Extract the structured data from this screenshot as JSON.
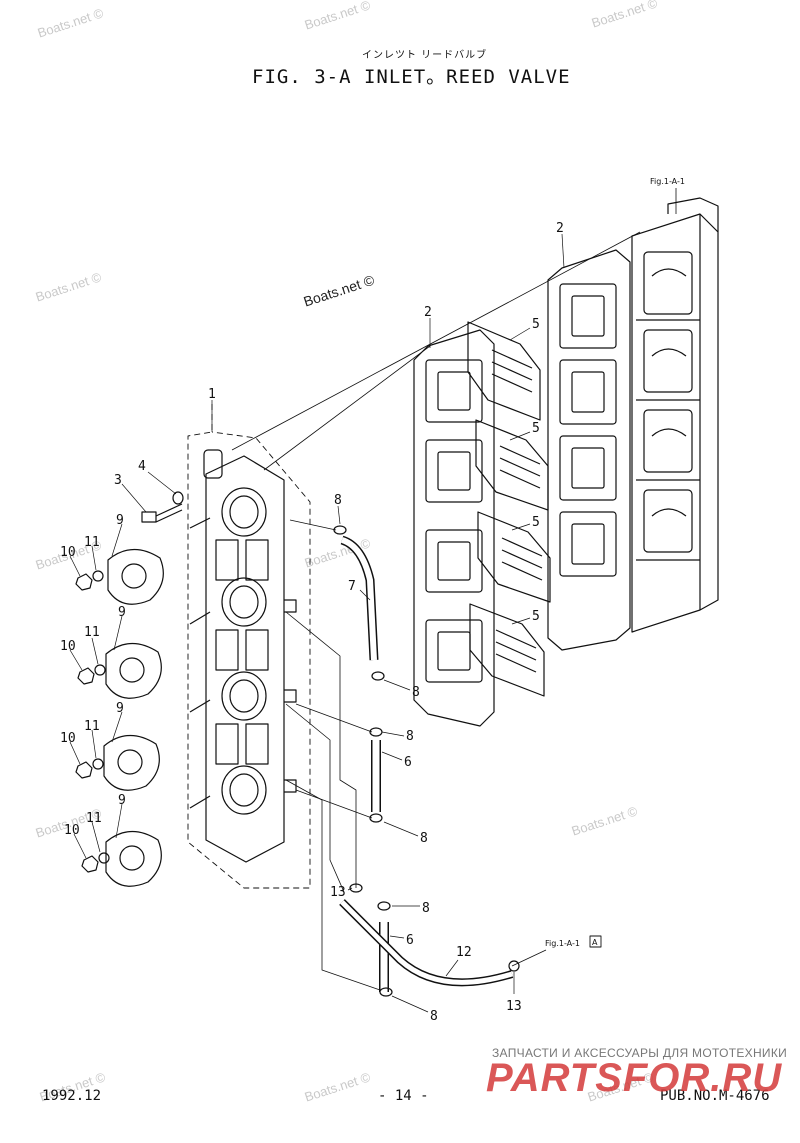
{
  "title": {
    "japanese": "インレツト リードバルブ",
    "main": "FIG.  3-A INLET。REED VALVE"
  },
  "watermark": "Boats.net ©",
  "references": {
    "top": "Fig.1-A-1",
    "bottom": "Fig.1-A-1",
    "bottom_box": "A"
  },
  "callouts": [
    "1",
    "2",
    "2",
    "3",
    "4",
    "5",
    "5",
    "5",
    "5",
    "6",
    "6",
    "7",
    "8",
    "8",
    "8",
    "8",
    "8",
    "8",
    "9",
    "9",
    "9",
    "9",
    "10",
    "10",
    "10",
    "10",
    "11",
    "11",
    "11",
    "11",
    "12",
    "13",
    "13"
  ],
  "footer": {
    "date": "1992.12",
    "page": "- 14 -",
    "pub": "PUB.NO.M-4676"
  },
  "brand": {
    "subtitle": "ЗАПЧАСТИ И АКСЕССУАРЫ ДЛЯ МОТОТЕХНИКИ",
    "logo": "PARTSFOR.RU",
    "logo_color": "#d43a3a"
  }
}
